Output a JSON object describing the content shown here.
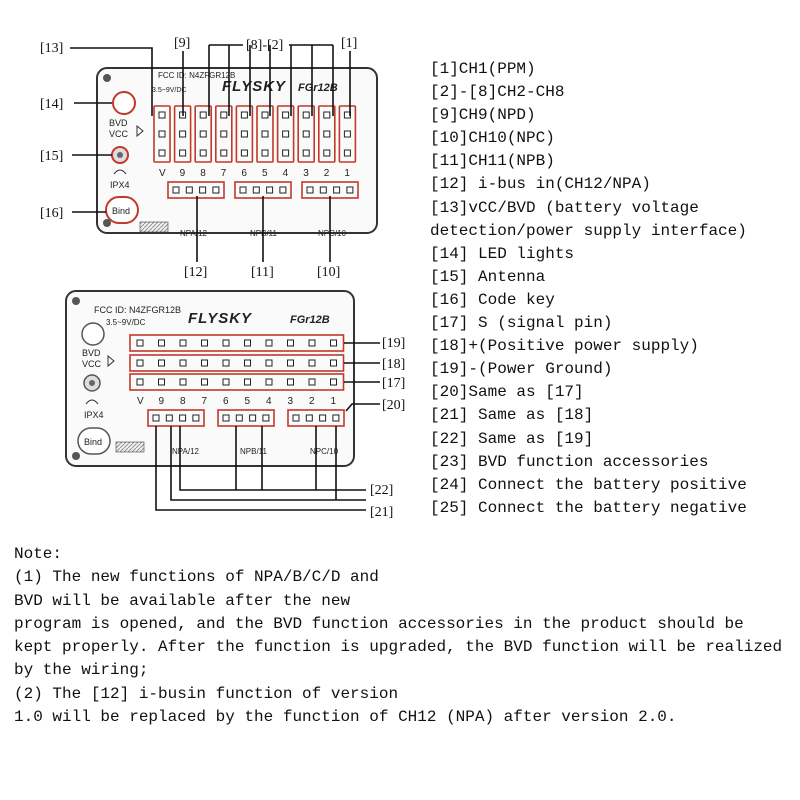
{
  "callouts_top": [
    "[13]",
    "[9]",
    "[8]-[2]",
    "[1]",
    "[14]",
    "[15]",
    "[16]",
    "[12]",
    "[11]",
    "[10]"
  ],
  "callouts_bottom": [
    "[19]",
    "[18]",
    "[17]",
    "[20]",
    "[22]",
    "[21]"
  ],
  "device": {
    "fcc_top": "FCC ID: N4ZFGR12B",
    "fcc_bottom": "FCC ID: N4ZFGR12B",
    "voltage": "3.5~9V/DC",
    "brand": "FLYSKY",
    "model_top": "FGr12B",
    "model_bottom": "FGr12B",
    "bvd": "BVD",
    "vcc": "VCC",
    "ipx4": "IPX4",
    "bind": "Bind",
    "ports": [
      "NPA/12",
      "NPB/11",
      "NPC/10"
    ],
    "channel_numbers": [
      "V",
      "9",
      "8",
      "7",
      "6",
      "5",
      "4",
      "3",
      "2",
      "1"
    ]
  },
  "legend": [
    "[1]CH1(PPM)",
    "[2]-[8]CH2-CH8",
    "[9]CH9(NPD)",
    "[10]CH10(NPC)",
    "[11]CH11(NPB)",
    "[12] i-bus in(CH12/NPA)",
    "[13]vCC/BVD (battery voltage detection/power supply interface)",
    "[14] LED lights",
    "[15] Antenna",
    "[16] Code key",
    "[17] S (signal pin)",
    "[18]+(Positive power supply)",
    "[19]-(Power Ground)",
    "[20]Same as [17]",
    "[21] Same as [18]",
    "[22] Same as [19]",
    "[23] BVD function accessories",
    "[24] Connect the battery positive",
    "[25] Connect the battery negative"
  ],
  "note": {
    "title": "Note:",
    "lines": [
      "(1) The new functions of NPA/B/C/D and",
      "BVD will be available after the new",
      "program is opened, and the BVD function accessories in the product should be",
      "kept properly. After the function is upgraded, the BVD function will be realized by the wiring;",
      "(2) The [12] i-busin function of version",
      "1.0 will be replaced by the function of CH12 (NPA) after version 2.0."
    ]
  }
}
